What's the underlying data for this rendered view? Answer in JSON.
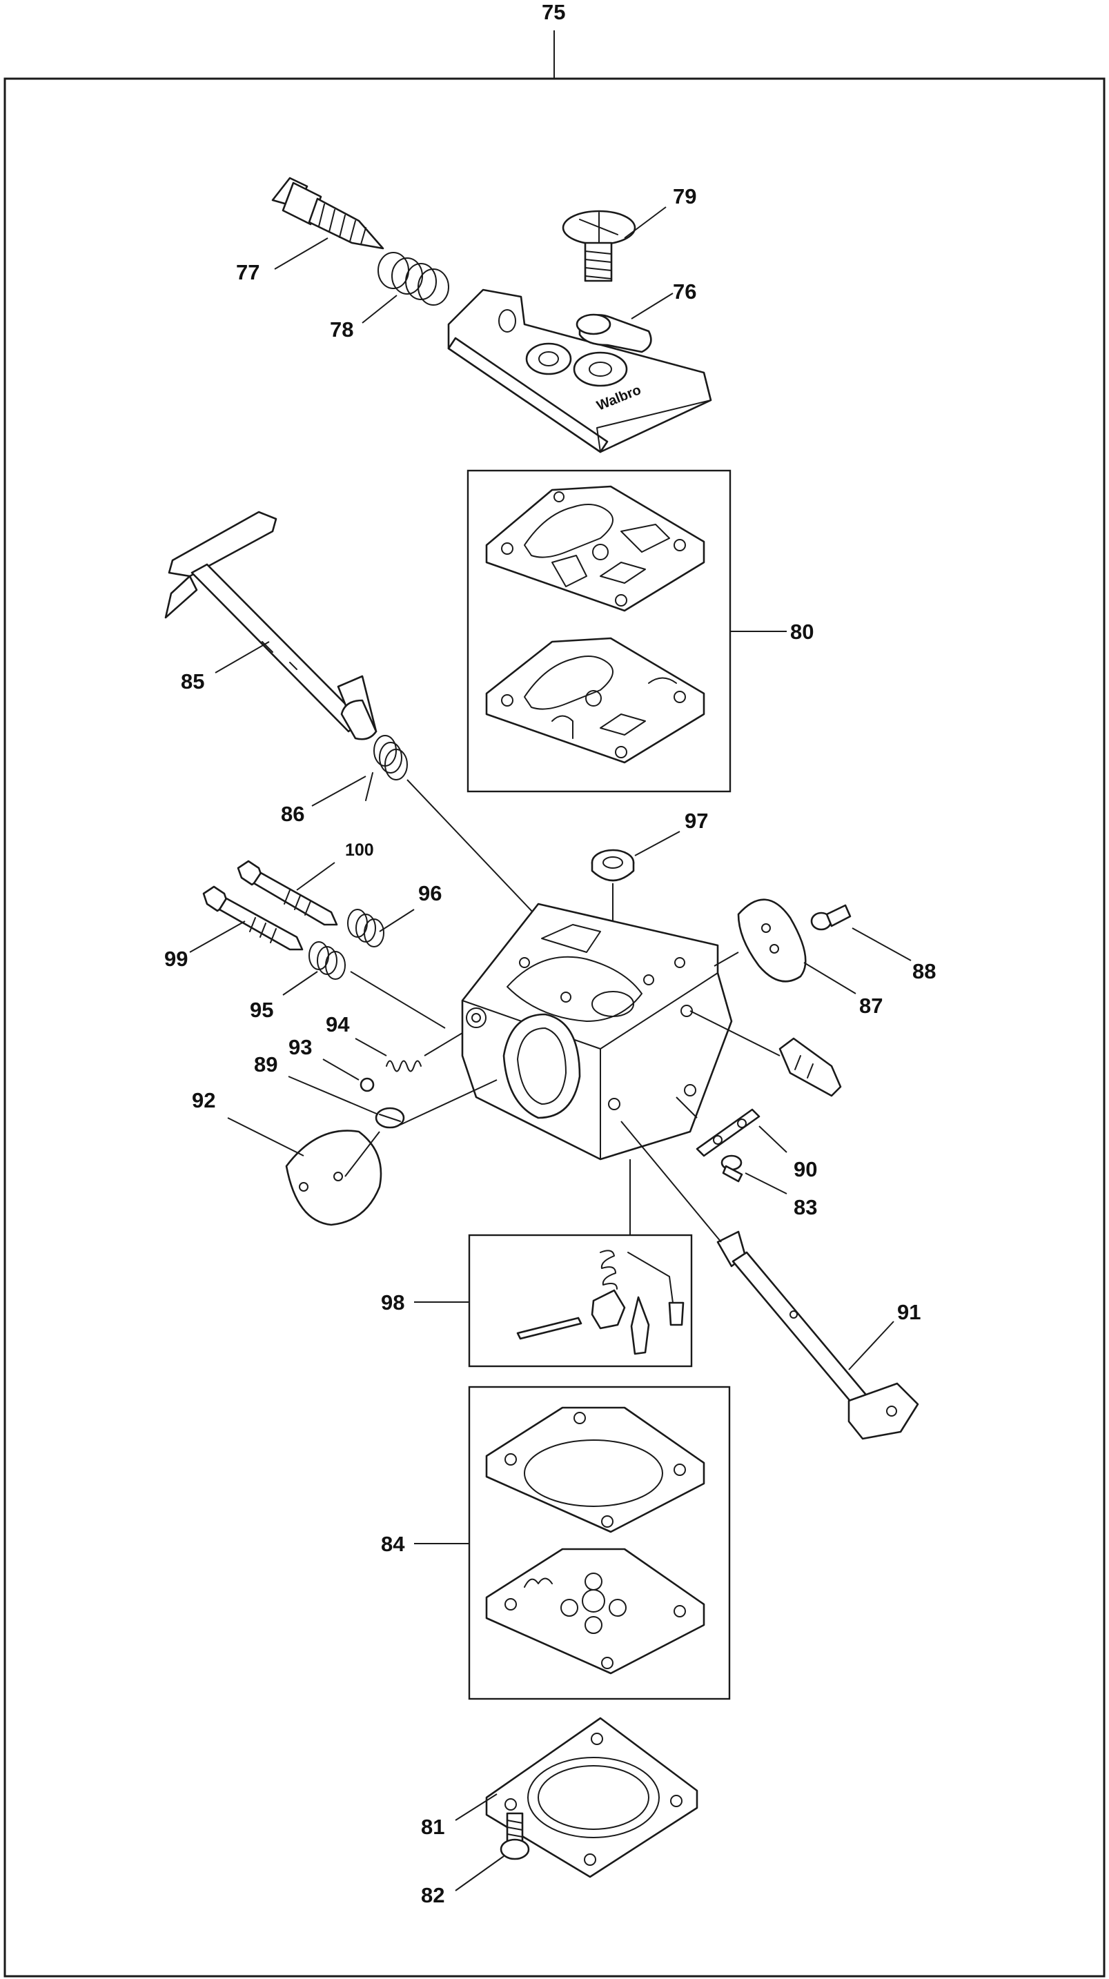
{
  "diagram": {
    "assembly_label": "75",
    "brand_mark": "Walbro",
    "part_labels": {
      "p76": "76",
      "p77": "77",
      "p78": "78",
      "p79": "79",
      "p80": "80",
      "p81": "81",
      "p82": "82",
      "p83": "83",
      "p84": "84",
      "p85": "85",
      "p86": "86",
      "p87": "87",
      "p88": "88",
      "p89": "89",
      "p90": "90",
      "p91": "91",
      "p92": "92",
      "p93": "93",
      "p94": "94",
      "p95": "95",
      "p96": "96",
      "p97": "97",
      "p98": "98",
      "p99": "99",
      "p100": "100"
    }
  }
}
